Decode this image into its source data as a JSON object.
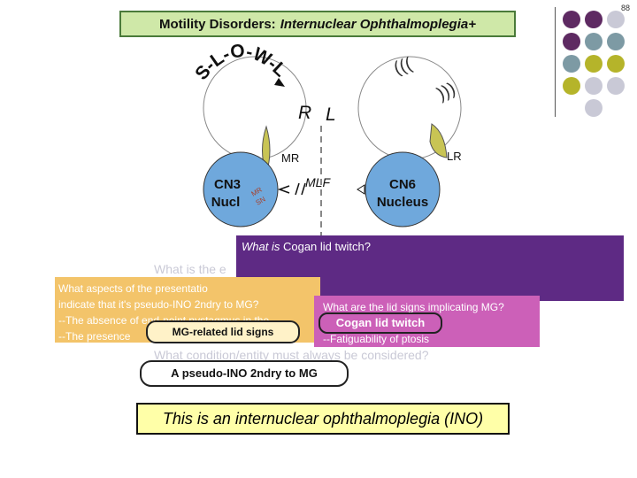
{
  "page": {
    "number": "88"
  },
  "title": {
    "main": "Motility Disorders:",
    "italic": "Internuclear Ophthalmoplegia+"
  },
  "diagram": {
    "slowly": "S-L-O-W-L-Y",
    "right": "R",
    "left": "L",
    "mr": "MR",
    "lr": "LR",
    "mlf": "MLF",
    "cn3": "CN3",
    "nucl": "Nucl",
    "mr_sn_top": "MR",
    "mr_sn_bottom": "SN",
    "cn6": "CN6",
    "nucleus": "Nucleus",
    "waves_small": "(((",
    "waves_large": ")))"
  },
  "overlays": {
    "cogan_question_prefix": "What is",
    "cogan_question_rest": "Cogan lid twitch?",
    "explain_question": "What is the e",
    "aspects_line1": "What aspects of the presentatio",
    "aspects_line2": "indicate that it's pseudo-INO 2ndry to MG?",
    "aspects_line3": "--The absence of  end-point nystagmus in the",
    "aspects_line4": "--The presence",
    "mg_signs": "MG-related  lid signs",
    "lidsigns_q": "What are the lid signs implicating MG?",
    "cogan_answer": "Cogan  lid twitch",
    "fatig": "--Fatiguability of ptosis",
    "always_q": "What condition/entity must always be considered?",
    "pseudo_ino": "A pseudo-INO 2ndry to  MG",
    "ino_statement": "This is an internuclear ophthalmoplegia (INO)"
  },
  "colors": {
    "title_bg": "#cfe8a8",
    "nucleus_fill": "#6fa8dc",
    "eyelid": "#c8c454",
    "cogan_box": "#5e2a84",
    "aspects_box": "#f3c46a",
    "lidsigns_box": "#cc60b8",
    "ino_box": "#ffffa8",
    "dot_purple": "#5e2a62",
    "dot_teal": "#7d9aa4",
    "dot_olive": "#b5b42a",
    "dot_lavender": "#c9c9d6"
  }
}
